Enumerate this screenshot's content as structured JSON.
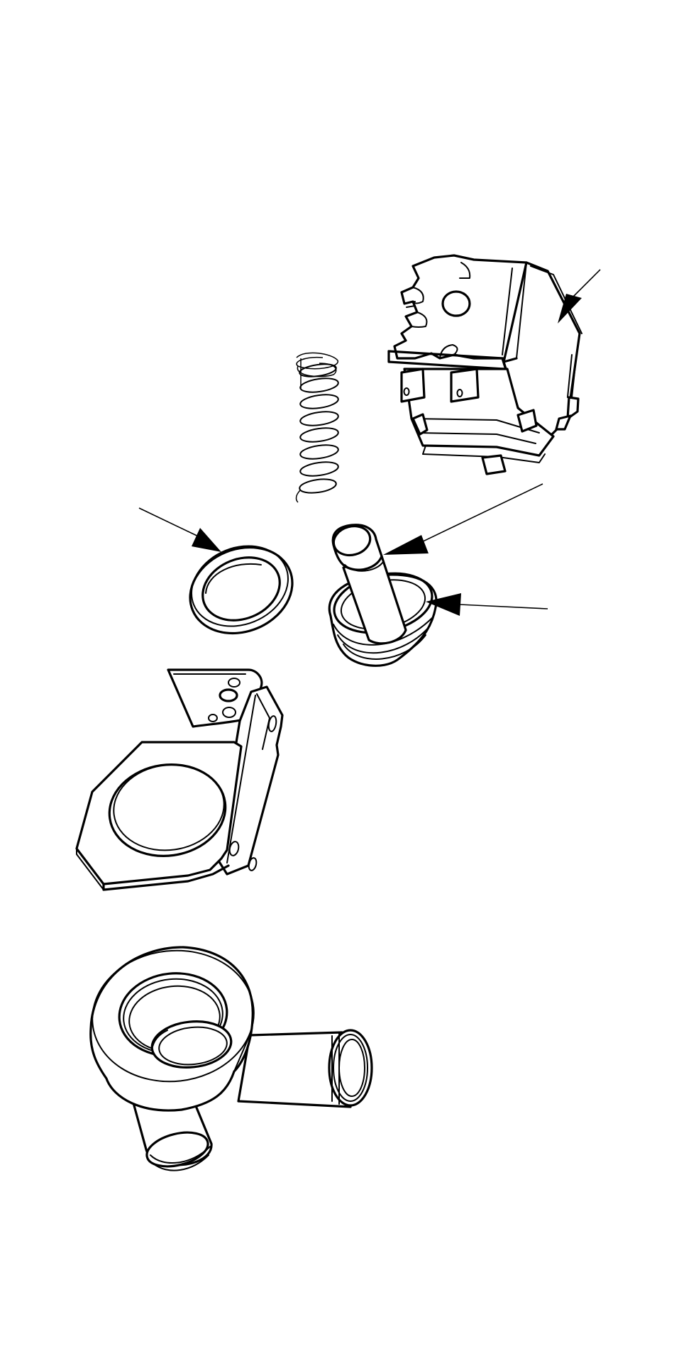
{
  "diagram": {
    "type": "exploded-parts-view",
    "parts": [
      {
        "name": "solenoid-coil",
        "callout": true
      },
      {
        "name": "return-spring",
        "callout": false
      },
      {
        "name": "plunger",
        "callout": true
      },
      {
        "name": "valve-seal",
        "callout": true
      },
      {
        "name": "flat-gasket",
        "callout": true
      },
      {
        "name": "mounting-bracket",
        "callout": false
      },
      {
        "name": "valve-body",
        "callout": false
      }
    ],
    "line_color": "#000000",
    "background": "#ffffff"
  }
}
